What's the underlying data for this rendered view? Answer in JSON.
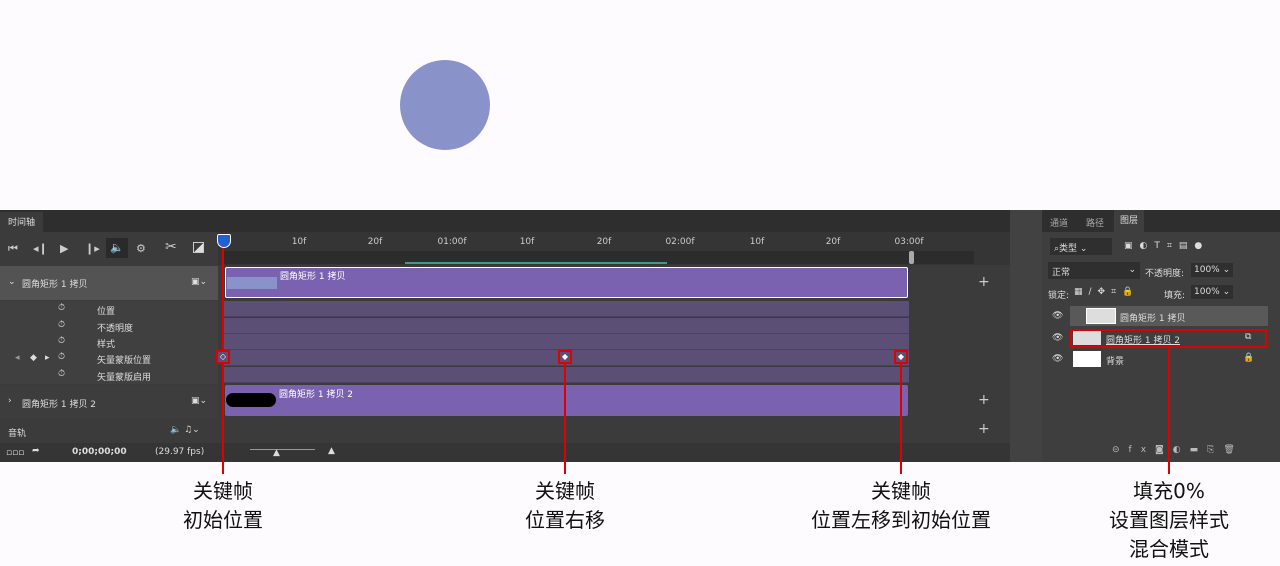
{
  "timeline": {
    "tab": "时间轴",
    "ruler": [
      "10f",
      "20f",
      "01:00f",
      "10f",
      "20f",
      "02:00f",
      "10f",
      "20f",
      "03:00f"
    ],
    "layers": [
      {
        "name": "圆角矩形 1 拷贝",
        "bar_label": "圆角矩形 1 拷贝",
        "properties": [
          "位置",
          "不透明度",
          "样式",
          "矢量蒙版位置",
          "矢量蒙版启用"
        ]
      },
      {
        "name": "圆角矩形 1 拷贝 2",
        "bar_label": "圆角矩形 1 拷贝 2"
      }
    ],
    "audio_track": "音轨",
    "timecode": "0;00;00;00",
    "fps": "(29.97 fps)"
  },
  "layers_panel": {
    "tabs": [
      "通道",
      "路径",
      "图层"
    ],
    "filter": "类型",
    "blend_mode": "正常",
    "opacity_label": "不透明度:",
    "opacity": "100%",
    "lock_label": "锁定:",
    "fill_label": "填充:",
    "fill": "100%",
    "layers": [
      "圆角矩形 1 拷贝",
      "圆角矩形 1 拷贝 2",
      "背景"
    ]
  },
  "annotations": [
    {
      "lines": [
        "关键帧",
        "初始位置"
      ]
    },
    {
      "lines": [
        "关键帧",
        "位置右移"
      ]
    },
    {
      "lines": [
        "关键帧",
        "位置左移到初始位置"
      ]
    },
    {
      "lines": [
        "填充0%",
        "设置图层样式",
        "混合模式"
      ]
    }
  ]
}
